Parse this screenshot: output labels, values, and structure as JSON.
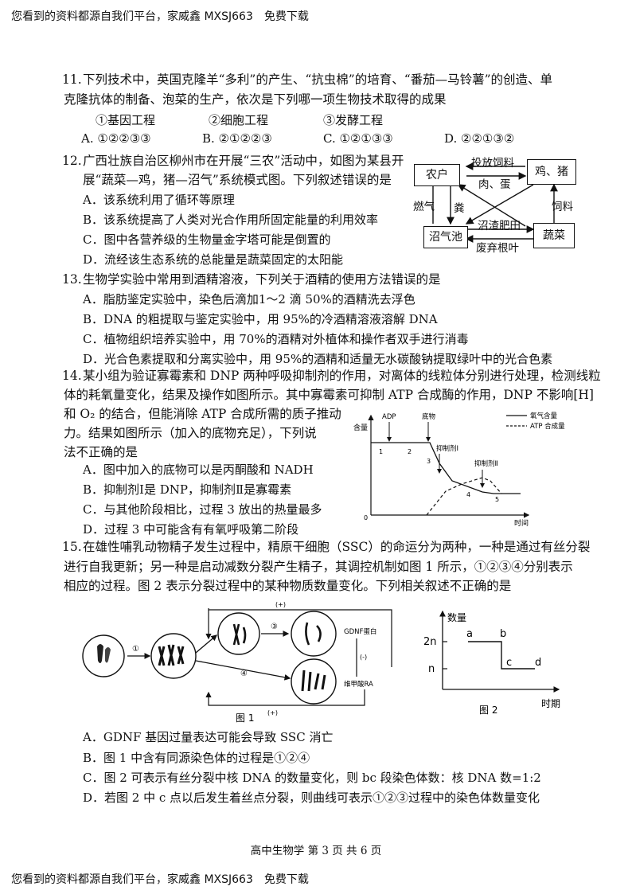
{
  "watermark": {
    "top": "您看到的资料都源自我们平台，家威鑫 MXSJ663　免费下载",
    "bottom": "您看到的资料都源自我们平台，家威鑫 MXSJ663　免费下载"
  },
  "q11": {
    "number": "11.",
    "stem_line1": "下列技术中，英国克隆羊“多利”的产生、“抗虫棉”的培育、“番茄—马铃薯”的创造、单",
    "stem_line2": "克隆抗体的制备、泡菜的生产，依次是下列哪一项生物技术取得的成果",
    "tech1": "①基因工程",
    "tech2": "②细胞工程",
    "tech3": "③发酵工程",
    "optA": "A. ①②②③③",
    "optB": "B. ②①②②③",
    "optC": "C. ①②①③③",
    "optD": "D. ②②①③②"
  },
  "q12": {
    "number": "12.",
    "stem_line1": "广西壮族自治区柳州市在开展“三农”活动中，如图为某县开",
    "stem_line2": "展“蔬菜—鸡，猪—沼气”系统模式图。下列叙述错误的是",
    "optA": "A．该系统利用了循环等原理",
    "optB": "B．该系统提高了人类对光合作用所固定能量的利用效率",
    "optC": "C．图中各营养级的生物量金字塔可能是倒置的",
    "optD": "D．流经该生态系统的总能量是蔬菜固定的太阳能",
    "diagram": {
      "farmer": "农户",
      "chicken_pig": "鸡、猪",
      "biogas": "沼气池",
      "vegetable": "蔬菜",
      "feed_in": "投放饲料",
      "meat_egg": "肉、蛋",
      "gas": "燃气",
      "manure": "粪",
      "feed": "饲料",
      "residue": "沼渣肥田",
      "waste": "废弃根叶"
    }
  },
  "q13": {
    "number": "13.",
    "stem": "生物学实验中常用到酒精溶液，下列关于酒精的使用方法错误的是",
    "optA": "A．脂肪鉴定实验中，染色后滴加1～2 滴 50%的酒精洗去浮色",
    "optB": "B．DNA 的粗提取与鉴定实验中，用 95%的冷酒精溶液溶解 DNA",
    "optC": "C．植物组织培养实验中，用 70%的酒精对外植体和操作者双手进行消毒",
    "optD": "D．光合色素提取和分离实验中，用 95%的酒精和适量无水碳酸钠提取绿叶中的光合色素"
  },
  "q14": {
    "number": "14.",
    "stem_line1": "某小组为验证寡霉素和 DNP 两种呼吸抑制剂的作用，对离体的线粒体分别进行处理，检测线粒",
    "stem_line2": "体的耗氧量变化，结果及操作如图所示。其中寡霉素可抑制 ATP 合成酶的作用，DNP 不影响[H]",
    "stem_line3": "和 O₂ 的结合，但能消除 ATP 合成所需的质子推动",
    "stem_line4": "力。结果如图所示（加入的底物充足），下列说",
    "stem_line5": "法不正确的是",
    "optA": "A．图中加入的底物可以是丙酮酸和 NADH",
    "optB": "B．抑制剂Ⅰ是 DNP，抑制剂Ⅱ是寡霉素",
    "optC": "C．与其他阶段相比，过程 3 放出的热量最多",
    "optD": "D．过程 3 中可能含有有氧呼吸第二阶段",
    "chart": {
      "ylabel": "含量",
      "xlabel": "时间",
      "origin": "0",
      "adp": "ADP",
      "substrate": "底物",
      "inhibitor1": "抑制剂Ⅰ",
      "inhibitor2": "抑制剂Ⅱ",
      "legend_o2": "氧气含量",
      "legend_atp": "ATP 合成量",
      "p1": "1",
      "p2": "2",
      "p3": "3",
      "p4": "4",
      "p5": "5"
    }
  },
  "q15": {
    "number": "15.",
    "stem_line1": "在雄性哺乳动物精子发生过程中，精原干细胞（SSC）的命运分为两种，一种是通过有丝分裂",
    "stem_line2": "进行自我更新；另一种是启动减数分裂产生精子，其调控机制如图 1 所示，①②③④分别表示",
    "stem_line3": "相应的过程。图 2 表示分裂过程中的某种物质数量变化。下列相关叙述不正确的是",
    "fig1": {
      "caption": "图 1",
      "s1": "①",
      "s3": "③",
      "s4": "④",
      "gdnf": "GDNF蛋白",
      "ra": "维甲酸RA",
      "plus_top": "(+)",
      "plus_bottom": "(+)",
      "minus": "(-)"
    },
    "fig2": {
      "caption": "图 2",
      "ylabel": "数量",
      "xlabel": "时期",
      "t2n": "2n",
      "tn": "n",
      "a": "a",
      "b": "b",
      "c": "c",
      "d": "d"
    },
    "optA": "A．GDNF 基因过量表达可能会导致 SSC 消亡",
    "optB": "B．图 1 中含有同源染色体的过程是①②④",
    "optC": "C．图 2 可表示有丝分裂中核 DNA 的数量变化，则 bc 段染色体数：核 DNA 数=1:2",
    "optD": "D．若图 2 中 c 点以后发生着丝点分裂，则曲线可表示①②③过程中的染色体数量变化"
  },
  "footer": "高中生物学 第 3 页 共 6 页"
}
